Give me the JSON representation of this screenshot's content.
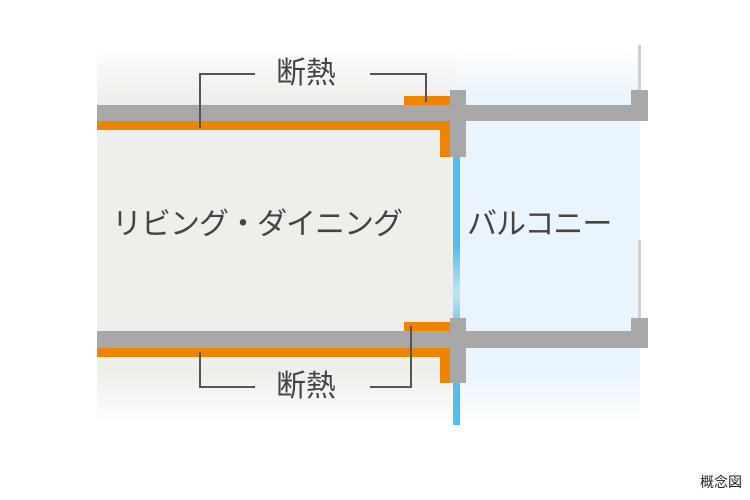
{
  "labels": {
    "insulation_top": "断熱",
    "insulation_bottom": "断熱",
    "living_dining": "リビング・ダイニング",
    "balcony": "バルコニー",
    "note": "概念図"
  },
  "colors": {
    "insulation": "#f08300",
    "structure": "#a8a8a8",
    "glass": "#4fc0ee",
    "room_bg": "#f0eeeb",
    "balcony_bg": "#eaf4fc"
  }
}
